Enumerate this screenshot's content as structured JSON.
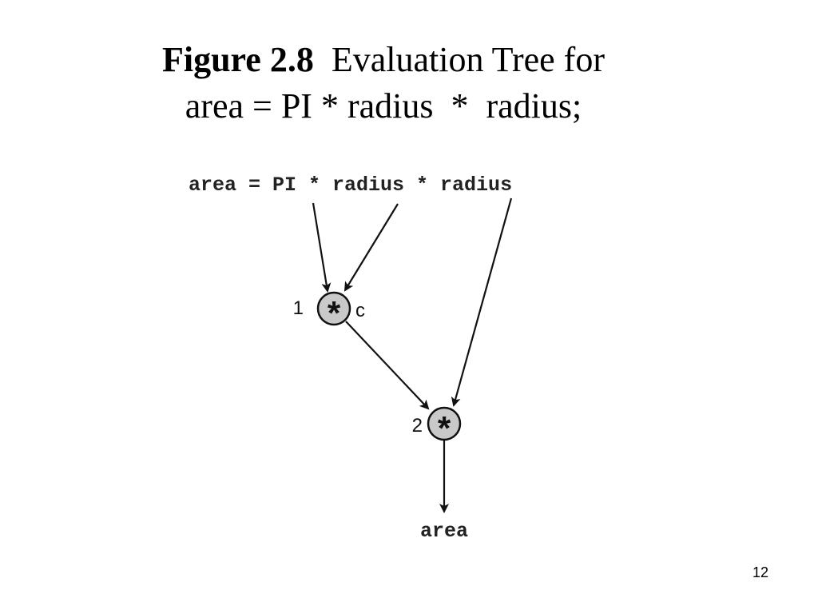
{
  "title": {
    "figure_label": "Figure 2.8",
    "caption_line1": "Evaluation Tree for",
    "caption_line2": "area = PI * radius  *  radius;"
  },
  "diagram": {
    "expression": "area = PI * radius * radius",
    "nodes": [
      {
        "order": "1",
        "operator": "*",
        "annotation": "c"
      },
      {
        "order": "2",
        "operator": "*",
        "annotation": ""
      }
    ],
    "result": "area",
    "colors": {
      "node_fill": "#c9c9c9",
      "stroke": "#111111"
    }
  },
  "page_number": "12"
}
